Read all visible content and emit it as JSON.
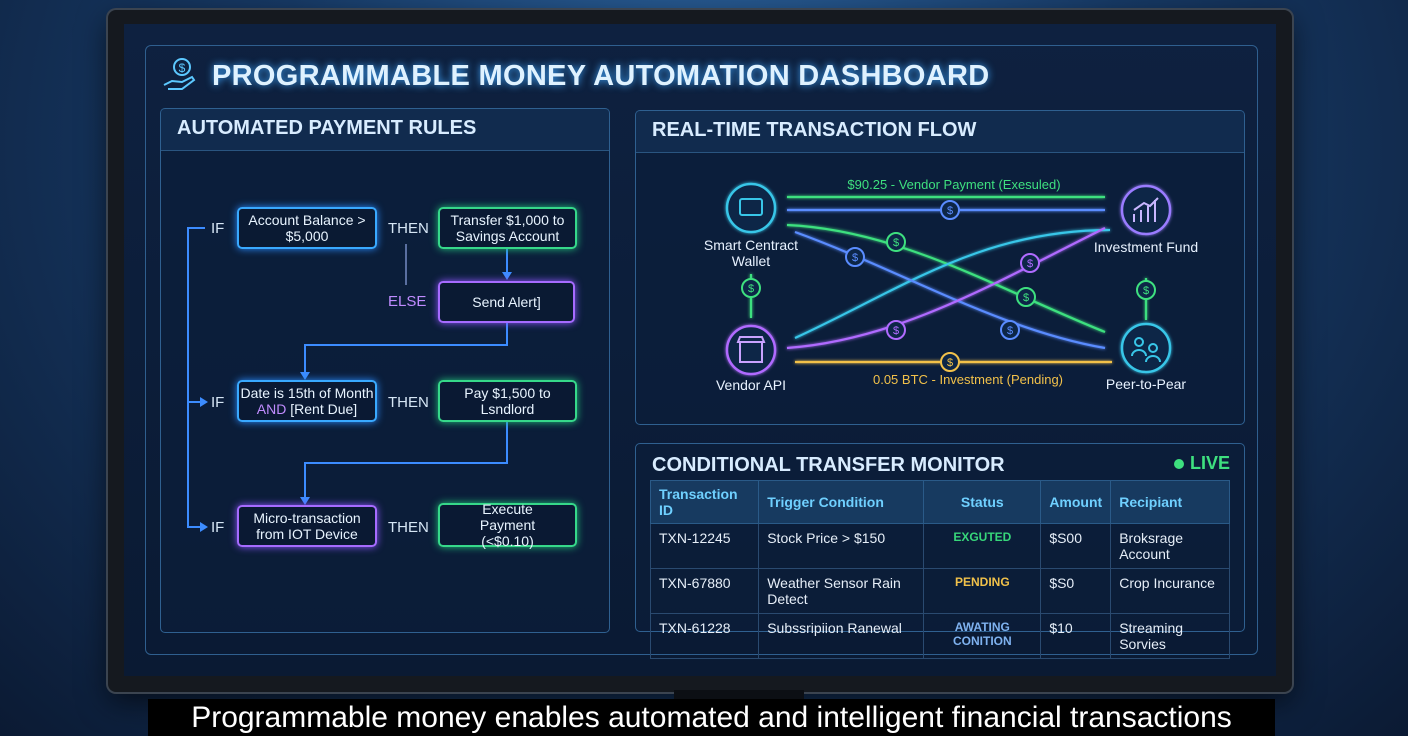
{
  "header": {
    "title": "PROGRAMMABLE MONEY AUTOMATION DASHBOARD",
    "logo_icon": "hand-coin-icon"
  },
  "rules": {
    "title": "AUTOMATED PAYMENT RULES",
    "if": "IF",
    "then": "THEN",
    "else": "ELSE",
    "r1_cond": "Account Balance > $5,000",
    "r1_action": "Transfer $1,000 to Savings Account",
    "r1_else": "Send Alert]",
    "r2_cond_a": "Date is 15th of Month",
    "r2_cond_and": "AND",
    "r2_cond_b": " [Rent Due]",
    "r2_action": "Pay $1,500 to Lsndlord",
    "r3_cond": "Micro-transaction from IOT Device",
    "r3_action": "Execute Payment (<$0.10)"
  },
  "flow": {
    "title": "REAL-TIME TRANSACTION FLOW",
    "nodes": {
      "wallet_a": "Smart Centract",
      "wallet_b": "Wallet",
      "investment": "Investment Fund",
      "vendor": "Vendor API",
      "peer": "Peer-to-Pear"
    },
    "top_label": "$90.25 - Vendor Payment (Exesuled)",
    "bottom_label": "0.05 BTC - Investment (Pending)",
    "coin": "$",
    "colors": {
      "green": "#3ee07f",
      "blue": "#5a8cff",
      "cyan": "#38c6e8",
      "purple": "#b06bff",
      "yellow": "#f2c14a"
    }
  },
  "monitor": {
    "title": "CONDITIONAL TRANSFER MONITOR",
    "live": "LIVE",
    "columns": [
      "Transaction ID",
      "Trigger Condition",
      "Status",
      "Amount",
      "Recipiant"
    ],
    "rows": [
      {
        "id": "TXN-12245",
        "trigger": "Stock Price > $150",
        "status": "EXGUTED",
        "status_color": "#37d67a",
        "amount": "$S00",
        "recipient": "Broksrage Account"
      },
      {
        "id": "TXN-67880",
        "trigger": "Weather Sensor Rain Detect",
        "status": "PENDING",
        "status_color": "#f0c14a",
        "amount": "$S0",
        "recipient": "Crop Incurance"
      },
      {
        "id": "TXN-61228",
        "trigger": "Subssripiion Ranewal",
        "status": "AWATING CONITION",
        "status_color": "#7fb2f0",
        "amount": "$10",
        "recipient": "Streaming Sorvies"
      }
    ]
  },
  "caption": "Programmable money enables automated and intelligent financial transactions"
}
